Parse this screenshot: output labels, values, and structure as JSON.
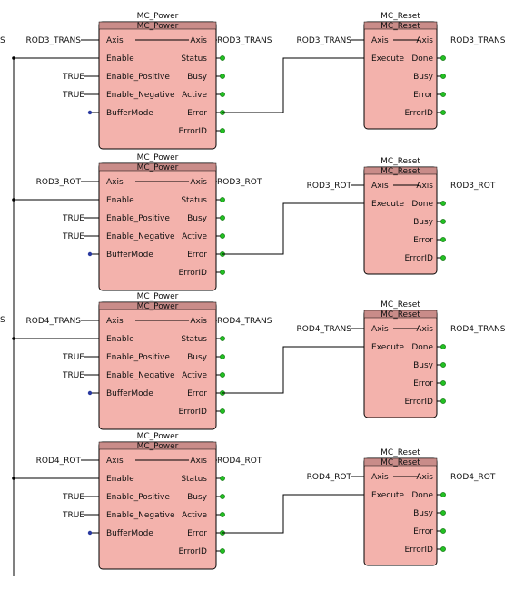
{
  "blocks": [
    {
      "type": "MC_Power",
      "instance": "MC_Power",
      "header": "MC_Power",
      "axis_in": "ROD3_TRANS",
      "axis_out": "ROD3_TRANS",
      "in_pins": [
        "Axis",
        "Enable",
        "Enable_Positive",
        "Enable_Negative",
        "BufferMode"
      ],
      "out_pins": [
        "Axis",
        "Status",
        "Busy",
        "Active",
        "Error",
        "ErrorID"
      ],
      "enable_pos": "TRUE",
      "enable_neg": "TRUE"
    },
    {
      "type": "MC_Reset",
      "instance": "MC_Reset",
      "header": "MC_Reset",
      "axis_in": "ROD3_TRANS",
      "axis_out": "ROD3_TRANS",
      "in_pins": [
        "Axis",
        "Execute"
      ],
      "out_pins": [
        "Axis",
        "Done",
        "Busy",
        "Error",
        "ErrorID"
      ]
    },
    {
      "type": "MC_Power",
      "instance": "MC_Power",
      "header": "MC_Power",
      "axis_in": "ROD3_ROT",
      "axis_out": "ROD3_ROT",
      "in_pins": [
        "Axis",
        "Enable",
        "Enable_Positive",
        "Enable_Negative",
        "BufferMode"
      ],
      "out_pins": [
        "Axis",
        "Status",
        "Busy",
        "Active",
        "Error",
        "ErrorID"
      ],
      "enable_pos": "TRUE",
      "enable_neg": "TRUE"
    },
    {
      "type": "MC_Reset",
      "instance": "MC_Reset",
      "header": "MC_Reset",
      "axis_in": "ROD3_ROT",
      "axis_out": "ROD3_ROT",
      "in_pins": [
        "Axis",
        "Execute"
      ],
      "out_pins": [
        "Axis",
        "Done",
        "Busy",
        "Error",
        "ErrorID"
      ]
    },
    {
      "type": "MC_Power",
      "instance": "MC_Power",
      "header": "MC_Power",
      "axis_in": "ROD4_TRANS",
      "axis_out": "ROD4_TRANS",
      "in_pins": [
        "Axis",
        "Enable",
        "Enable_Positive",
        "Enable_Negative",
        "BufferMode"
      ],
      "out_pins": [
        "Axis",
        "Status",
        "Busy",
        "Active",
        "Error",
        "ErrorID"
      ],
      "enable_pos": "TRUE",
      "enable_neg": "TRUE"
    },
    {
      "type": "MC_Reset",
      "instance": "MC_Reset",
      "header": "MC_Reset",
      "axis_in": "ROD4_TRANS",
      "axis_out": "ROD4_TRANS",
      "in_pins": [
        "Axis",
        "Execute"
      ],
      "out_pins": [
        "Axis",
        "Done",
        "Busy",
        "Error",
        "ErrorID"
      ]
    },
    {
      "type": "MC_Power",
      "instance": "MC_Power",
      "header": "MC_Power",
      "axis_in": "ROD4_ROT",
      "axis_out": "ROD4_ROT",
      "in_pins": [
        "Axis",
        "Enable",
        "Enable_Positive",
        "Enable_Negative",
        "BufferMode"
      ],
      "out_pins": [
        "Axis",
        "Status",
        "Busy",
        "Active",
        "Error",
        "ErrorID"
      ],
      "enable_pos": "TRUE",
      "enable_neg": "TRUE"
    },
    {
      "type": "MC_Reset",
      "instance": "MC_Reset",
      "header": "MC_Reset",
      "axis_in": "ROD4_ROT",
      "axis_out": "ROD4_ROT",
      "in_pins": [
        "Axis",
        "Execute"
      ],
      "out_pins": [
        "Axis",
        "Done",
        "Busy",
        "Error",
        "ErrorID"
      ]
    }
  ],
  "edge_fragments": [
    "S",
    "S"
  ],
  "colors": {
    "block_fill": "#f3b2ac",
    "header_fill": "#c98c89",
    "pin_output": "#22c022",
    "pin_buffer": "#2a3aa0"
  },
  "icons": {
    "output_pin": "green-dot",
    "buffer_pin": "blue-dot"
  }
}
